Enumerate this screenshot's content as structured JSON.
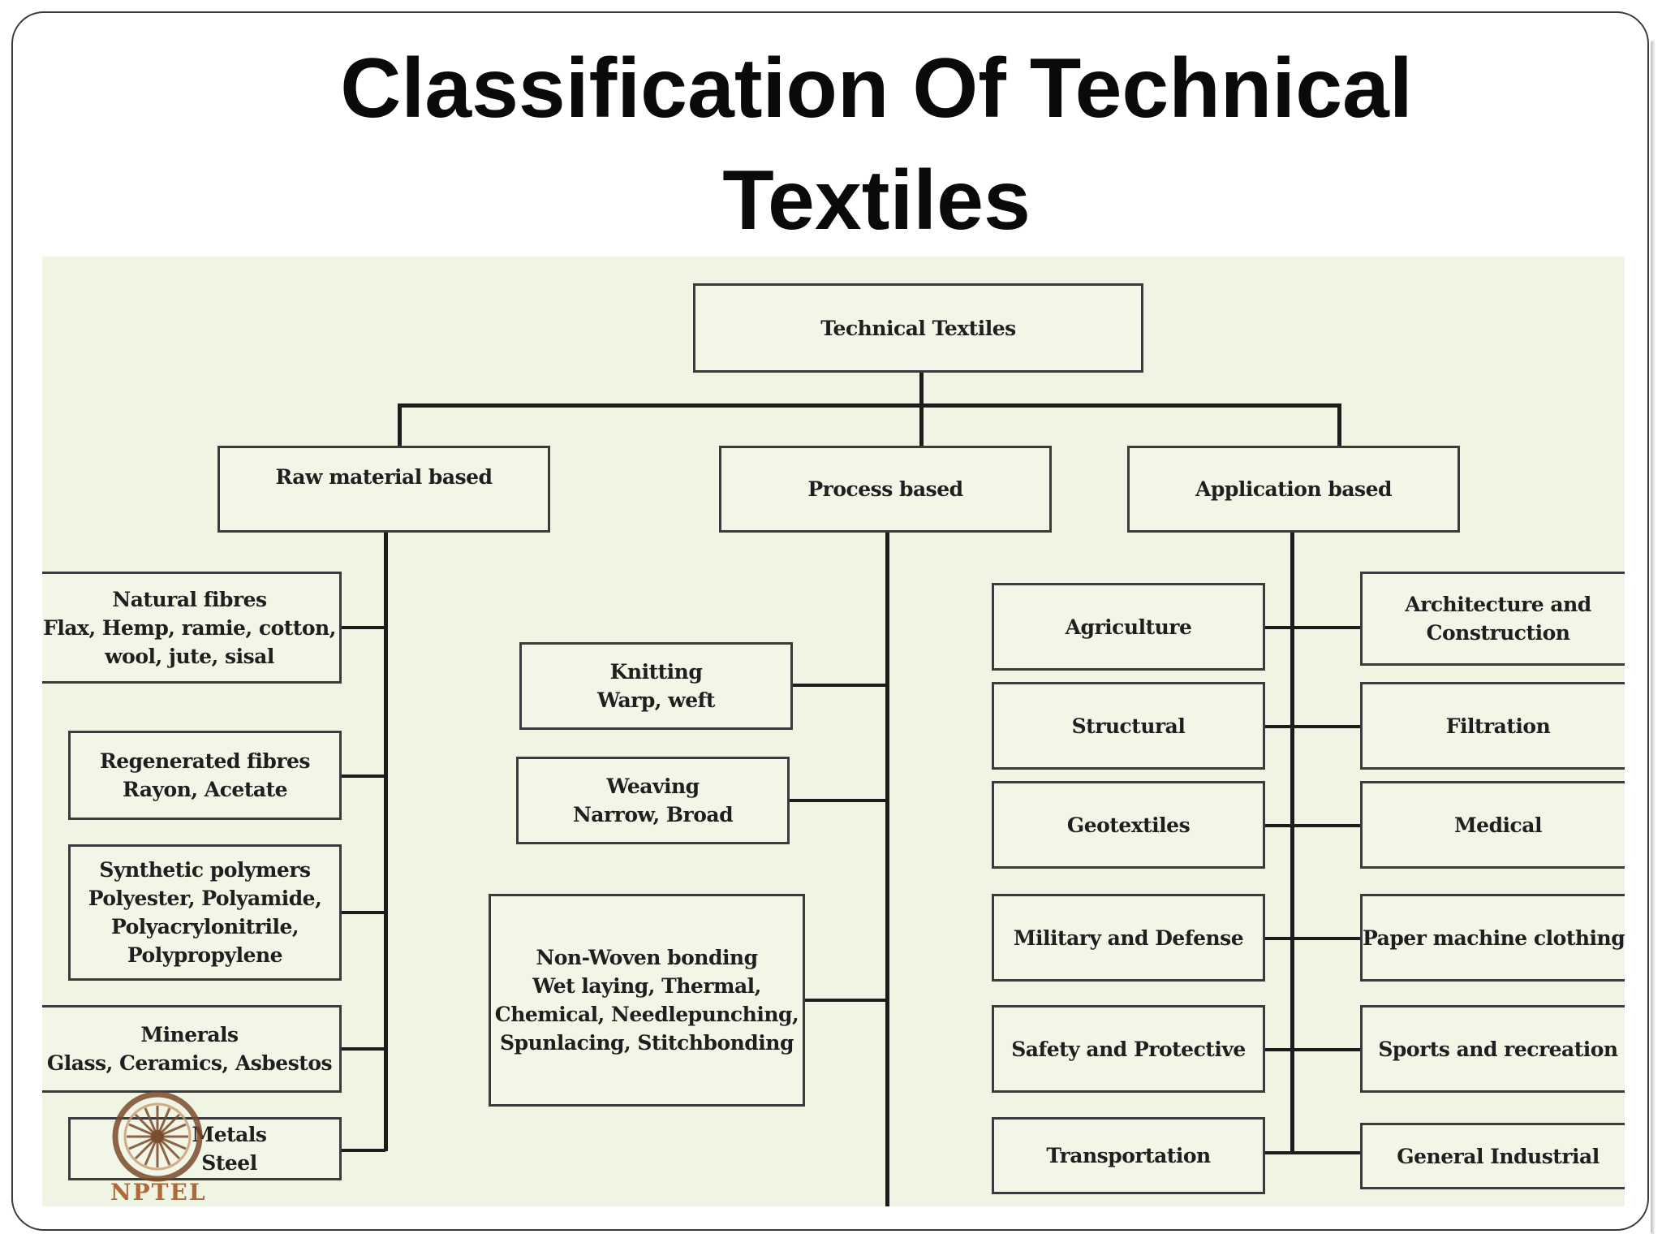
{
  "title": {
    "line1": "Classification Of Technical",
    "line2": "Textiles"
  },
  "diagram": {
    "root": "Technical Textiles",
    "raw": {
      "label": "Raw material based",
      "items": [
        [
          "Natural fibres",
          "Flax, Hemp, ramie, cotton,",
          "wool, jute, sisal"
        ],
        [
          "Regenerated fibres",
          "Rayon, Acetate"
        ],
        [
          "Synthetic polymers",
          "Polyester, Polyamide,",
          "Polyacrylonitrile,",
          "Polypropylene"
        ],
        [
          "Minerals",
          "Glass, Ceramics, Asbestos"
        ],
        [
          "Metals",
          "Steel"
        ]
      ]
    },
    "process": {
      "label": "Process based",
      "items": [
        [
          "Knitting",
          "Warp, weft"
        ],
        [
          "Weaving",
          "Narrow,    Broad"
        ],
        [
          "Non-Woven bonding",
          "Wet laying, Thermal,",
          "Chemical, Needlepunching,",
          "Spunlacing, Stitchbonding"
        ]
      ]
    },
    "application": {
      "label": "Application based",
      "left": [
        "Agriculture",
        "Structural",
        "Geotextiles",
        "Military and Defense",
        "Safety and Protective",
        "Transportation"
      ],
      "right": [
        [
          "Architecture and",
          "Construction"
        ],
        [
          "Filtration"
        ],
        [
          "Medical"
        ],
        [
          "Paper machine clothing"
        ],
        [
          "Sports and recreation"
        ],
        [
          "General Industrial"
        ]
      ]
    }
  },
  "logo": {
    "icon": "nptel-wheel-logo",
    "text": "NPTEL"
  },
  "colors": {
    "panel": "#eff4e3",
    "line": "#1c1c1c",
    "logo": "#b06a3a"
  }
}
